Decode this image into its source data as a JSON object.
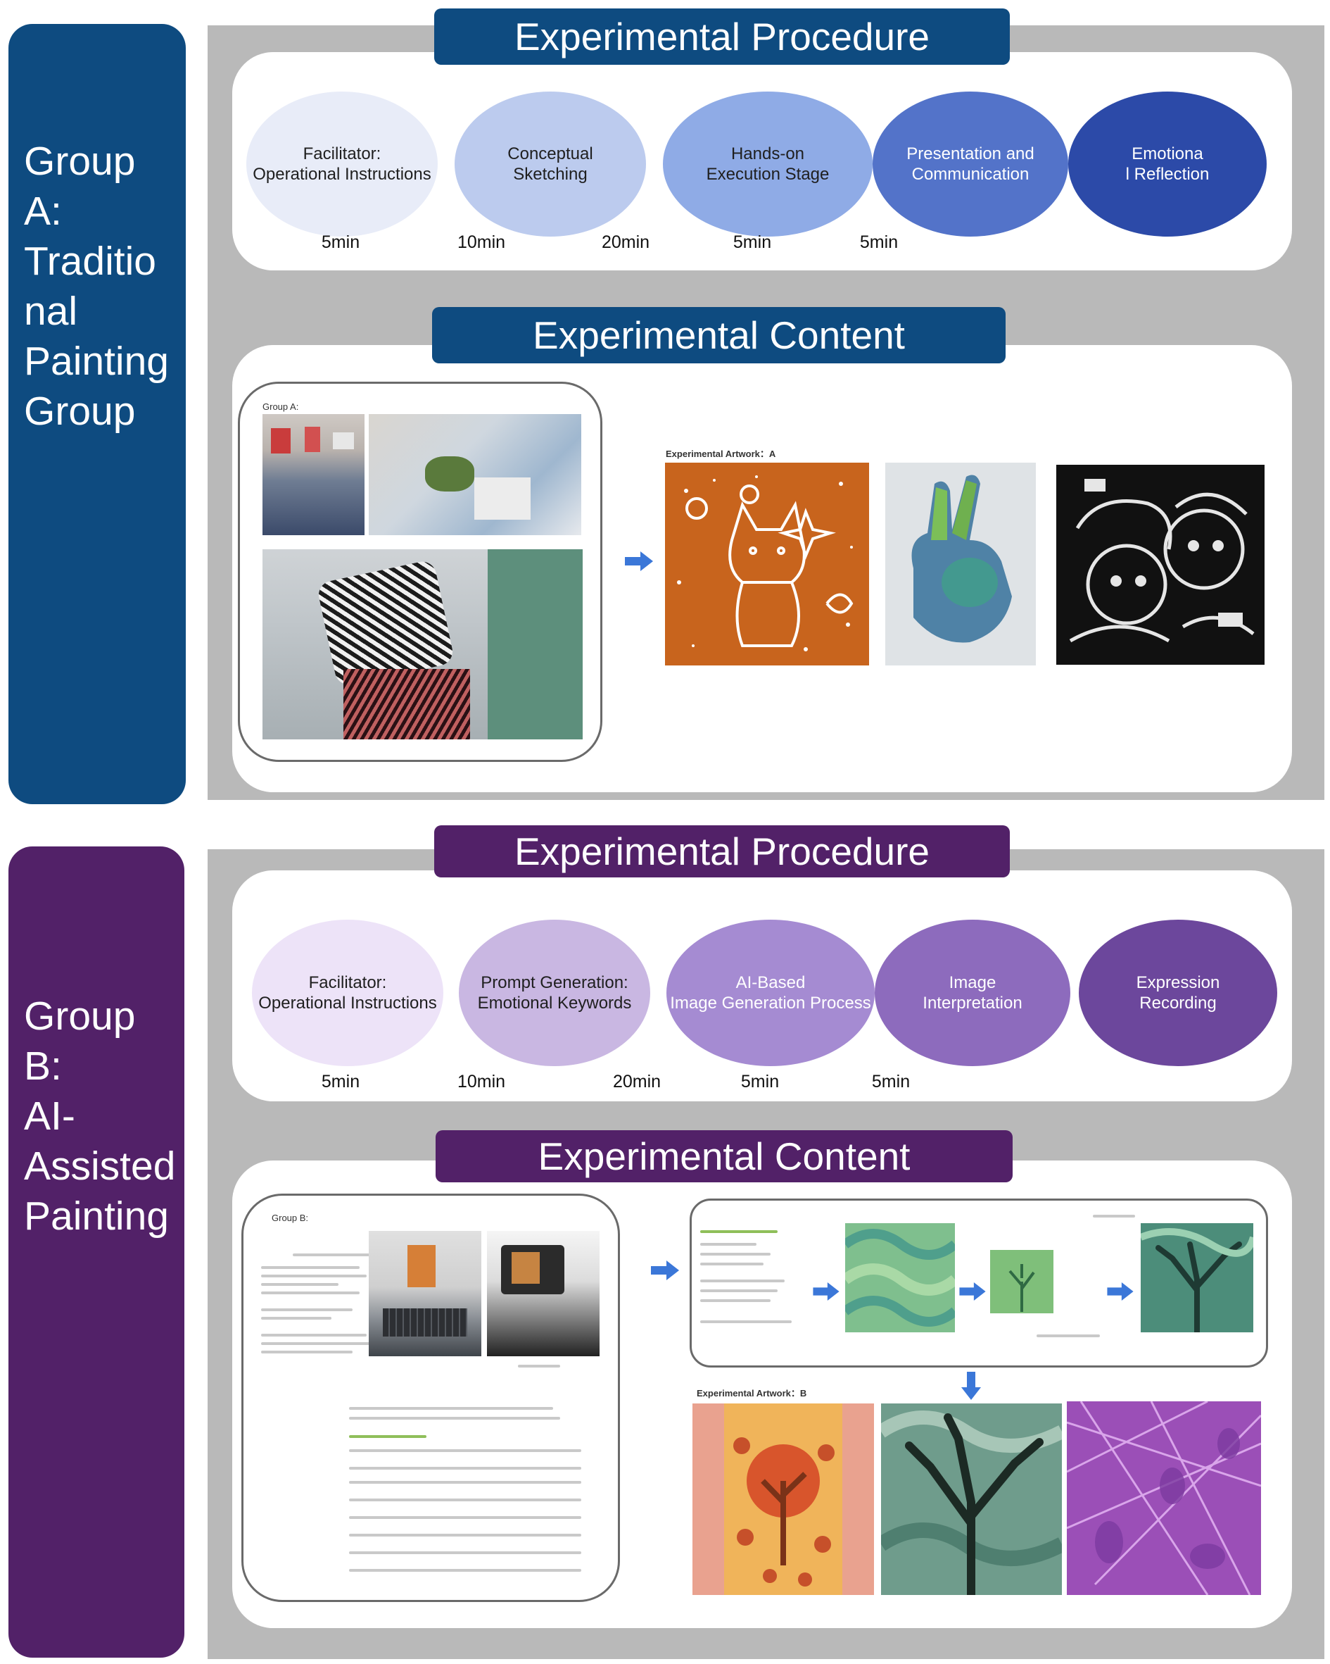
{
  "colors": {
    "group_a": "#0e4b80",
    "group_b": "#522168",
    "panel_grey": "#b9b9b9",
    "arrow_blue": "#3b77d8"
  },
  "group_a": {
    "label": "Group A:\nTraditio\nnal\nPainting\nGroup",
    "procedure_title": "Experimental Procedure",
    "content_title": "Experimental Content",
    "steps": [
      {
        "label": "Facilitator:\nOperational Instructions",
        "duration": "5min",
        "color": "#e8ecf8"
      },
      {
        "label": "Conceptual\nSketching",
        "duration": "10min",
        "color": "#bccbee"
      },
      {
        "label": "Hands-on\nExecution Stage",
        "duration": "20min",
        "color": "#8fabe6"
      },
      {
        "label": "Presentation and\nCommunication",
        "duration": "5min",
        "color": "#5373c9"
      },
      {
        "label": "Emotiona\nl Reflection",
        "duration": "5min",
        "color": "#2c4aa8"
      }
    ],
    "photo_caption": "Group A:",
    "artwork_caption": "Experimental Artwork：A",
    "artworks": [
      "cat-print",
      "hand-print",
      "character-print"
    ]
  },
  "group_b": {
    "label": "Group B:\nAI-\nAssisted\nPainting",
    "procedure_title": "Experimental Procedure",
    "content_title": "Experimental Content",
    "steps": [
      {
        "label": "Facilitator:\nOperational Instructions",
        "duration": "5min",
        "color": "#ede3f8"
      },
      {
        "label": "Prompt Generation:\nEmotional Keywords",
        "duration": "10min",
        "color": "#c9b7e2"
      },
      {
        "label": "AI-Based\nImage Generation Process",
        "duration": "20min",
        "color": "#a58bd2"
      },
      {
        "label": "Image\nInterpretation",
        "duration": "5min",
        "color": "#8d6bbd"
      },
      {
        "label": "Expression\nRecording",
        "duration": "5min",
        "color": "#6c479c"
      }
    ],
    "photo_caption": "Group B:",
    "artwork_caption": "Experimental Artwork：B",
    "artworks": [
      "children-tree",
      "dark-tree",
      "purple-abstract"
    ]
  }
}
